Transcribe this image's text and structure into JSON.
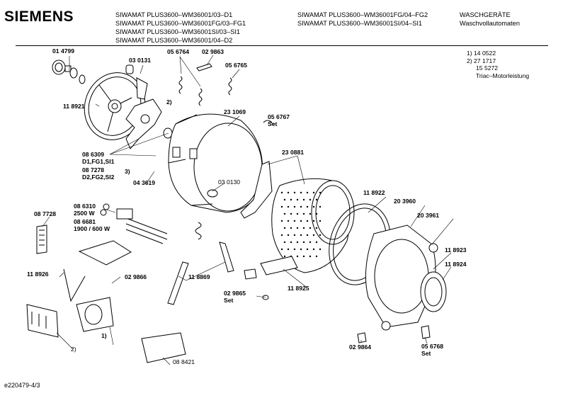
{
  "brand": "SIEMENS",
  "header": {
    "models_left": [
      "SIWAMAT PLUS3600–WM36001/03–D1",
      "SIWAMAT PLUS3600–WM36001FG/03–FG1",
      "SIWAMAT PLUS3600–WM36001SI/03–SI1",
      "SIWAMAT PLUS3600–WM36001/04–D2"
    ],
    "models_right": [
      "SIWAMAT PLUS3600–WM36001FG/04–FG2",
      "SIWAMAT PLUS3600–WM36001SI/04–SI1"
    ],
    "category": [
      "WASCHGERÄTE",
      "Waschvollautomaten"
    ]
  },
  "notes": [
    "1)  14 0522",
    "2)  27 1717",
    "15 5272",
    "Triac–Motorleistung"
  ],
  "parts": {
    "p014799": "01 4799",
    "p030131": "03 0131",
    "p056764": "05 6764",
    "p029863": "02 9863",
    "p056765": "05 6765",
    "p118921": "11 8921",
    "fn2a": "2)",
    "p231069": "23 1069",
    "p056767": "05 6767",
    "set1": "Set",
    "p230881": "23 0881",
    "p086309": "08 6309",
    "d1fg1si1": "D1,FG1,SI1",
    "p087278": "08 7278",
    "d2fg2si2": "D2,FG2,SI2",
    "fn3": "3)",
    "p043619": "04 3619",
    "p030130": "03 0130",
    "p118922": "11 8922",
    "p203960": "20 3960",
    "p203961": "20 3961",
    "p087728": "08 7728",
    "p086310": "08 6310",
    "w2500": "2500 W",
    "p086681": "08 6681",
    "w1900": "1900 / 600 W",
    "p118923": "11 8923",
    "p118924": "11 8924",
    "p118926": "11 8926",
    "p029866": "02 9866",
    "p118869": "11 8869",
    "p029865": "02 9865",
    "set2": "Set",
    "p118925": "11 8925",
    "fn1": "1)",
    "fn2b": "2)",
    "p029864": "02 9864",
    "p056768": "05 6768",
    "set3": "Set",
    "p088421": "08 8421"
  },
  "footer": "e220479-4/3"
}
